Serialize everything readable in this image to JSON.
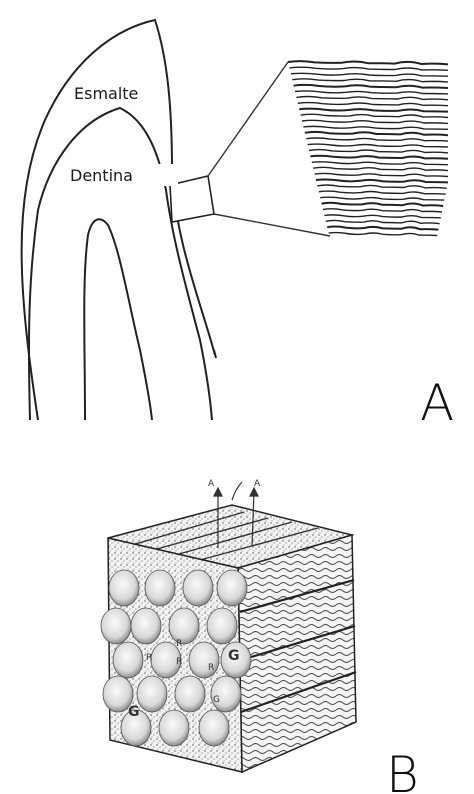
{
  "panel_a": {
    "letter": "A",
    "labels": {
      "enamel": "Esmalte",
      "dentin": "Dentina"
    }
  },
  "panel_b": {
    "letter": "B",
    "arrow_labels": [
      "A",
      "A"
    ],
    "prism_labels": [
      "G",
      "R",
      "R",
      "G",
      "R",
      "R",
      "G"
    ]
  }
}
